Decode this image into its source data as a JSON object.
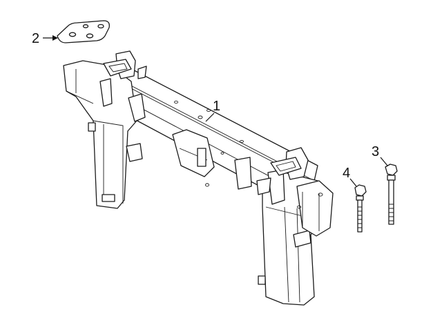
{
  "diagram": {
    "type": "exploded parts diagram",
    "callouts": [
      {
        "id": "1",
        "label": "1",
        "part": "radiator-support"
      },
      {
        "id": "2",
        "label": "2",
        "part": "bracket-plate"
      },
      {
        "id": "3",
        "label": "3",
        "part": "long-bolt"
      },
      {
        "id": "4",
        "label": "4",
        "part": "short-bolt"
      }
    ],
    "colors": {
      "line": "#1a1a1a",
      "fill": "#ffffff",
      "background": "#ffffff"
    }
  }
}
